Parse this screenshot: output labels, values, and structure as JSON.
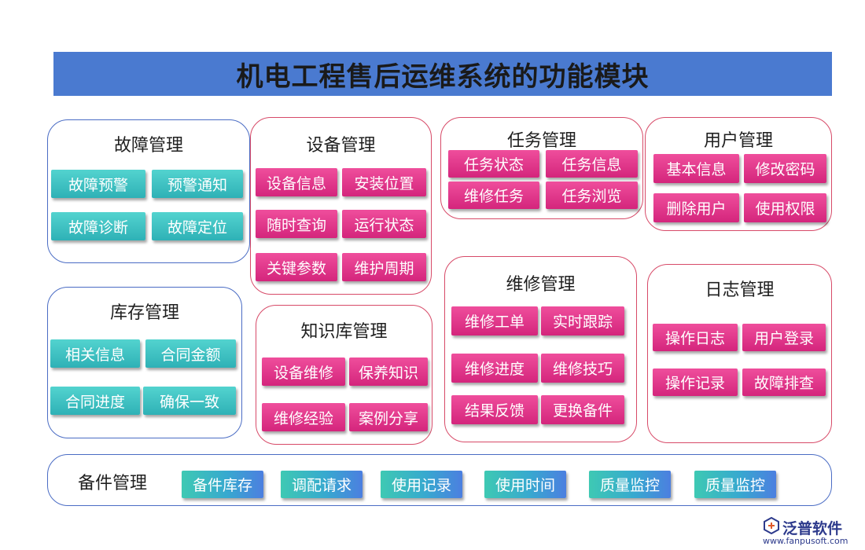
{
  "title": "机电工程售后运维系统的功能模块",
  "modules": {
    "fault": {
      "title": "故障管理",
      "items": [
        "故障预警",
        "预警通知",
        "故障诊断",
        "故障定位"
      ]
    },
    "equipment": {
      "title": "设备管理",
      "items": [
        "设备信息",
        "安装位置",
        "随时查询",
        "运行状态",
        "关键参数",
        "维护周期"
      ]
    },
    "task": {
      "title": "任务管理",
      "items": [
        "任务状态",
        "任务信息",
        "维修任务",
        "任务浏览"
      ]
    },
    "user": {
      "title": "用户管理",
      "items": [
        "基本信息",
        "修改密码",
        "删除用户",
        "使用权限"
      ]
    },
    "inventory": {
      "title": "库存管理",
      "items": [
        "相关信息",
        "合同金额",
        "合同进度",
        "确保一致"
      ]
    },
    "knowledge": {
      "title": "知识库管理",
      "items": [
        "设备维修",
        "保养知识",
        "维修经验",
        "案例分享"
      ]
    },
    "repair": {
      "title": "维修管理",
      "items": [
        "维修工单",
        "实时跟踪",
        "维修进度",
        "维修技巧",
        "结果反馈",
        "更换备件"
      ]
    },
    "log": {
      "title": "日志管理",
      "items": [
        "操作日志",
        "用户登录",
        "操作记录",
        "故障排查"
      ]
    },
    "spare": {
      "title": "备件管理",
      "items": [
        "备件库存",
        "调配请求",
        "使用记录",
        "使用时间",
        "质量监控",
        "质量监控"
      ]
    }
  },
  "logo": {
    "name": "泛普软件",
    "url": "www.fanpusoft.com"
  },
  "colors": {
    "banner": "#4a7ad0",
    "teal": "#36bcbf",
    "pink": "#e0358a",
    "blue_border": "#4a6cc4",
    "red_border": "#d74a68"
  }
}
